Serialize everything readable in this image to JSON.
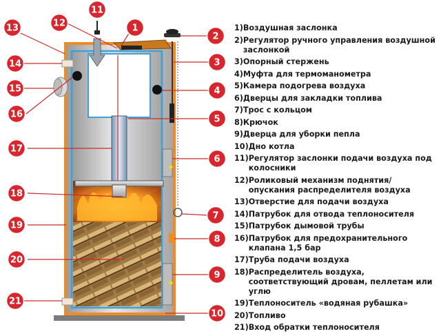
{
  "colors": {
    "badge": "#d7262d",
    "jacket": "#f08a22",
    "inner": "#3f9fd8",
    "body_fill": "#d2d2d2",
    "line": "#cc2b2b"
  },
  "badges": [
    "1",
    "2",
    "3",
    "4",
    "5",
    "6",
    "7",
    "8",
    "9",
    "10",
    "11",
    "12",
    "13",
    "14",
    "15",
    "16",
    "17",
    "18",
    "19",
    "20",
    "21"
  ],
  "legend": [
    {
      "num": "1)",
      "text": "Воздушная заслонка"
    },
    {
      "num": "2)",
      "text": "Регулятор ручного управления воздушной заслонкой"
    },
    {
      "num": "3)",
      "text": "Опорный стержень"
    },
    {
      "num": "4)",
      "text": "Муфта для термоманометра"
    },
    {
      "num": "5)",
      "text": "Камера подогрева воздуха"
    },
    {
      "num": "6)",
      "text": "Дверцы для закладки топлива"
    },
    {
      "num": "7)",
      "text": "Трос с кольцом"
    },
    {
      "num": "8)",
      "text": "Крючок"
    },
    {
      "num": "9)",
      "text": "Дверца для уборки пепла"
    },
    {
      "num": "10)",
      "text": "Дно котла"
    },
    {
      "num": "11)",
      "text": "Регулятор заслонки подачи воздуха под колосники"
    },
    {
      "num": "12)",
      "text": "Роликовый механизм поднятия/ опускания распределителя воздуха"
    },
    {
      "num": "13)",
      "text": "Отверстие для подачи воздуха"
    },
    {
      "num": "14)",
      "text": "Патрубок для отвода теплоносителя"
    },
    {
      "num": "15)",
      "text": "Патрубок дымовой трубы"
    },
    {
      "num": "16)",
      "text": "Патрубок для предохранительного клапана 1,5 бар"
    },
    {
      "num": "17)",
      "text": "Труба подачи воздуха"
    },
    {
      "num": "18)",
      "text": "Распределитель воздуха, соответствующий дровам, пеллетам или углю"
    },
    {
      "num": "19)",
      "text": "Теплоноситель «водяная рубашка»"
    },
    {
      "num": "20)",
      "text": "Топливо"
    },
    {
      "num": "21)",
      "text": "Вход обратки теплоносителя"
    }
  ]
}
